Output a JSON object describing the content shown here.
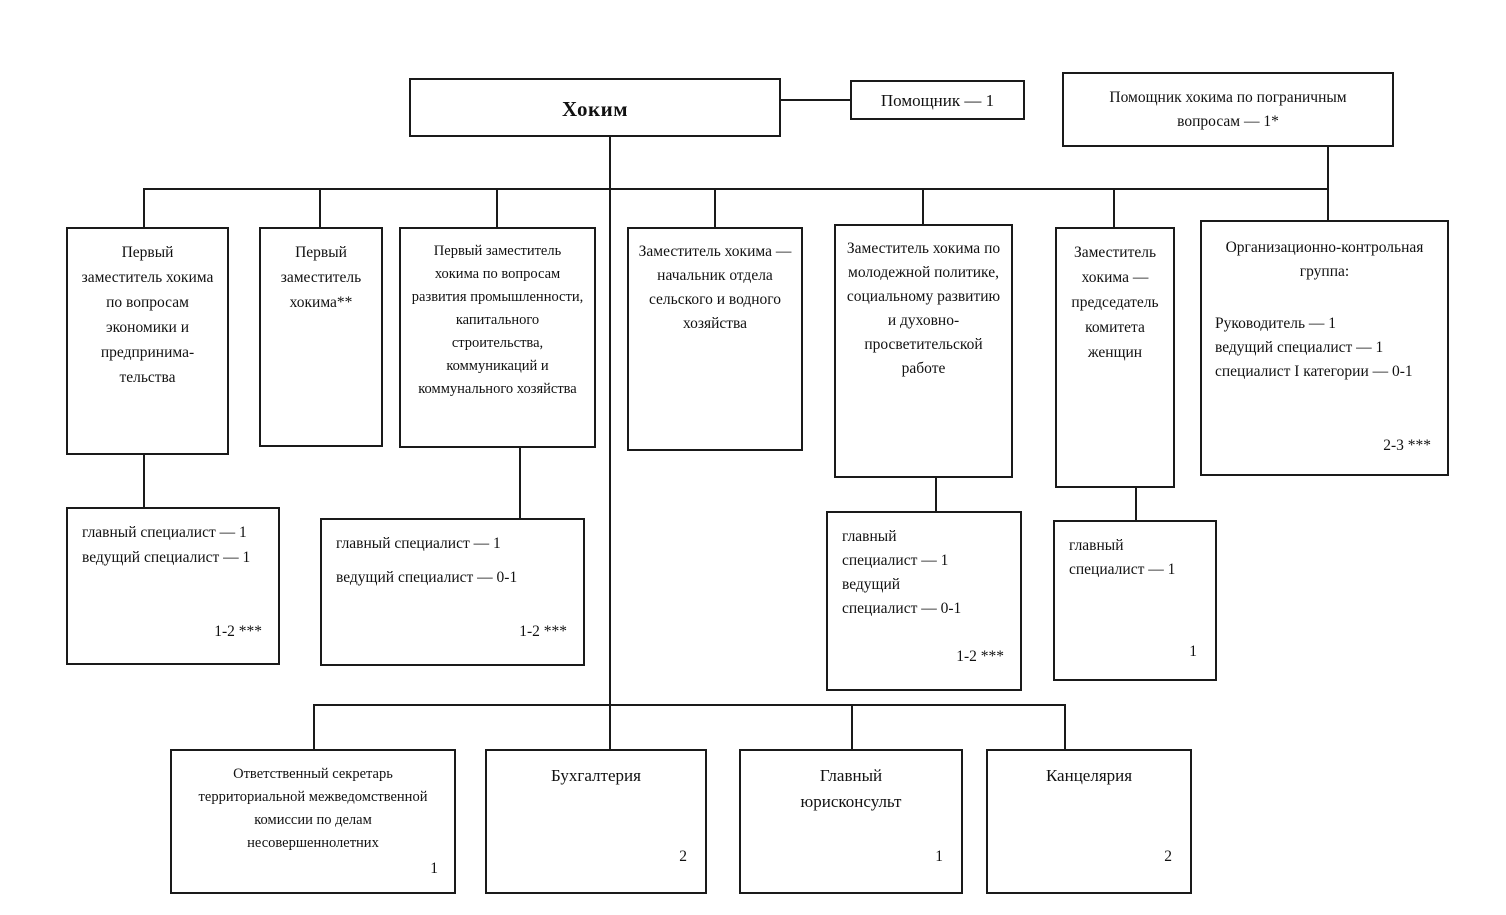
{
  "diagram": {
    "title_box": {
      "label": "Хоким"
    },
    "assistant_box": {
      "label": "Помощник — 1"
    },
    "border_assistant_box": {
      "line1": "Помощник хокима по пограничным",
      "line2": "вопросам — 1*"
    },
    "deputies": [
      {
        "name": "first-deputy-economy",
        "lines": [
          "Первый",
          "заместитель хокима",
          "по вопросам",
          "экономики и",
          "предпринима-",
          "тельства"
        ]
      },
      {
        "name": "first-deputy-hokim",
        "lines": [
          "Первый",
          "заместитель",
          "хокима**"
        ]
      },
      {
        "name": "first-deputy-industry",
        "lines": [
          "Первый заместитель",
          "хокима по вопросам",
          "развития промышленности,",
          "капитального",
          "строительства,",
          "коммуникаций и",
          "коммунального хозяйства"
        ]
      },
      {
        "name": "deputy-agriculture",
        "lines": [
          "Заместитель хокима —",
          "начальник отдела",
          "сельского и водного",
          "хозяйства"
        ]
      },
      {
        "name": "deputy-youth-policy",
        "lines": [
          "Заместитель хокима по",
          "молодежной политике,",
          "социальному развитию",
          "и духовно-",
          "просветительской",
          "работе"
        ]
      },
      {
        "name": "deputy-women-committee",
        "lines": [
          "Заместитель",
          "хокима —",
          "председатель",
          "комитета",
          "женщин"
        ]
      }
    ],
    "control_group": {
      "heading": [
        "Организационно-контрольная",
        "группа:"
      ],
      "items": [
        "Руководитель — 1",
        "ведущий специалист — 1",
        "специалист I категории — 0-1"
      ],
      "count": "2-3 ***"
    },
    "staff_boxes": [
      {
        "name": "staff-economy",
        "items": [
          "главный специалист — 1",
          "ведущий специалист — 1"
        ],
        "count": "1-2 ***"
      },
      {
        "name": "staff-industry",
        "items": [
          "главный специалист — 1",
          "ведущий специалист — 0-1"
        ],
        "count": "1-2 ***"
      },
      {
        "name": "staff-youth-policy",
        "items": [
          "главный",
          "специалист — 1",
          "ведущий",
          "специалист — 0-1"
        ],
        "count": "1-2 ***"
      },
      {
        "name": "staff-women-committee",
        "items": [
          "главный",
          "специалист — 1"
        ],
        "count": "1"
      }
    ],
    "bottom_units": [
      {
        "name": "responsible-secretary",
        "lines": [
          "Ответственный секретарь",
          "территориальной межведомственной",
          "комиссии по делам",
          "несовершеннолетних"
        ],
        "count": "1"
      },
      {
        "name": "accounting",
        "lines": [
          "Бухгалтерия"
        ],
        "count": "2"
      },
      {
        "name": "chief-legal-adviser",
        "lines": [
          "Главный",
          "юрисконсульт"
        ],
        "count": "1"
      },
      {
        "name": "chancellery",
        "lines": [
          "Канцелярия"
        ],
        "count": "2"
      }
    ],
    "colors": {
      "stroke": "#1a1a1a",
      "background": "#ffffff",
      "text": "#111111"
    }
  }
}
